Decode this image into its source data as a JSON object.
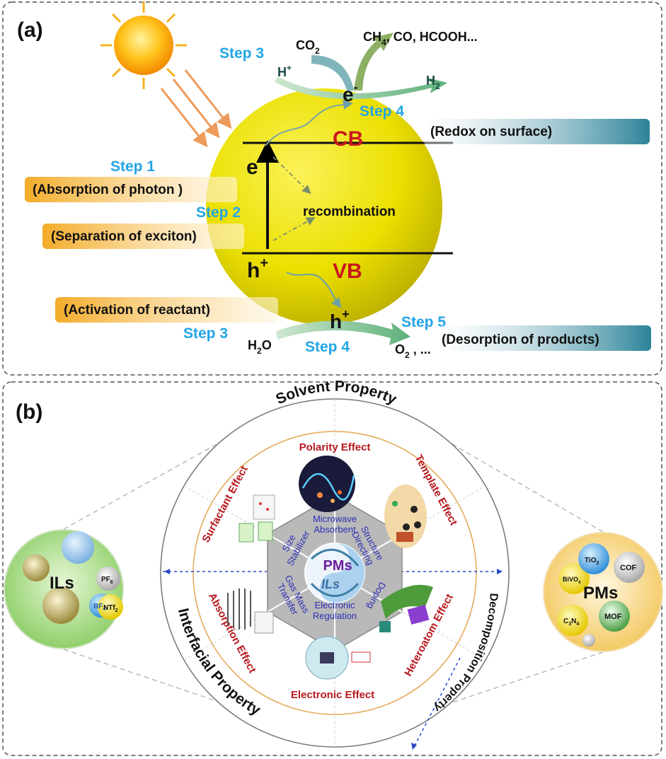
{
  "colors": {
    "step_blue": "#23a4e6",
    "band_red": "#c8171d",
    "effect_red": "#b8181e",
    "effect_blue": "#2b2fb5",
    "pms_purple": "#6d1f9c",
    "sphere_yellow": "#f2e600",
    "label_orange": "#f4b942",
    "label_teal": "#2f8aa0"
  },
  "panel_a": {
    "label": "(a)",
    "co2": "CO",
    "co2_sub": "2",
    "products_top": [
      "CH",
      "4",
      ",  CO, HCOOH..."
    ],
    "h_plus_left": "H",
    "h_plus_sup": "+",
    "h2": "H",
    "h2_sub": "2",
    "e_top": "e",
    "e_sup": "-",
    "e_cb": "e",
    "h_vb": "h",
    "h_bottom": "h",
    "cb": "CB",
    "vb": "VB",
    "recombination": "recombination",
    "step3_top": "Step 3",
    "step4_top": "Step 4",
    "step1": "Step 1",
    "step2": "Step 2",
    "step3_bottom": "Step 3",
    "step4_bottom": "Step 4",
    "step5": "Step 5",
    "label_redox": "(Redox on surface)",
    "label_absorption": "(Absorption of photon )",
    "label_separation": "(Separation of exciton)",
    "label_activation": "(Activation  of reactant)",
    "label_desorption": "(Desorption of products)",
    "h2o": "H",
    "h2o_sub": "2",
    "h2o_end": "O",
    "o2": "O",
    "o2_sub": "2",
    "o2_end": " , ..."
  },
  "panel_b": {
    "label": "(b)",
    "solvent_property": "Solvent Property",
    "interfacial_property": "Interfacial Property",
    "decomposition_property": "Decomposition Property",
    "effects": {
      "polarity": "Polarity Effect",
      "template": "Template Effect",
      "heteroatom": "Heteroatom Effect",
      "electronic": "Electronic Effect",
      "absorption": "Absorption Effect",
      "surfactant": "Surfactant Effect"
    },
    "hex_labels": {
      "microwave": [
        "Microwave",
        "Absorbent"
      ],
      "structure": [
        "Structure",
        "Directing"
      ],
      "doping": "Doping",
      "electronic": [
        "Electronic",
        "Regulation"
      ],
      "gas": [
        "Gas Mass",
        "Transfer"
      ],
      "size": [
        "Size",
        "Stabilizer"
      ]
    },
    "center_pms": "PMs",
    "center_ils": "ILs",
    "ils_circle": {
      "title": "ILs",
      "pf6": "PF",
      "pf6_sub": "6",
      "bf4": "BF",
      "bf4_sub": "4",
      "ntf2": "NTf",
      "ntf2_sub": "2"
    },
    "pms_circle": {
      "title": "PMs",
      "tio2": "TiO",
      "tio2_sub": "2",
      "cof": "COF",
      "bivo4": "BiVO",
      "bivo4_sub": "4",
      "c3n4_a": "C",
      "c3n4_b": "3",
      "c3n4_c": "N",
      "c3n4_d": "4",
      "mof": "MOF"
    }
  }
}
